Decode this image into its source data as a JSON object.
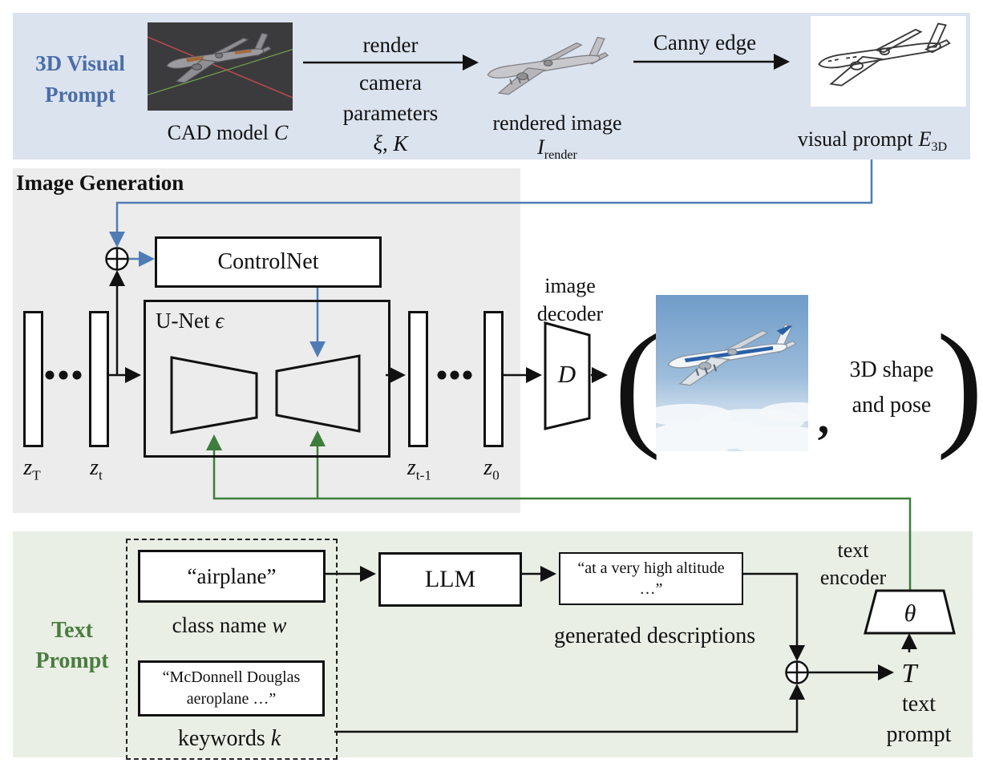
{
  "colors": {
    "panel_blue": "#dbe3ef",
    "panel_gray": "#ececec",
    "panel_green": "#e9efe5",
    "blue_text": "#4a6da7",
    "blue_line": "#4f7cb5",
    "green_text": "#4a7c3f",
    "green_line": "#3e7d3c"
  },
  "top": {
    "section_label": [
      "3D Visual",
      "Prompt"
    ],
    "cad_caption": {
      "text": "CAD model",
      "symbol": "C"
    },
    "render_arrow": {
      "above": "render",
      "below1": "camera",
      "below2": "parameters",
      "below3": "ξ, K"
    },
    "rendered_caption": {
      "text": "rendered image",
      "symbol": "I",
      "sub": "render"
    },
    "canny_arrow": {
      "above": "Canny edge"
    },
    "visual_prompt_caption": {
      "text": "visual prompt",
      "symbol": "E",
      "sub": "3D"
    }
  },
  "image_gen": {
    "heading": "Image Generation",
    "controlnet": "ControlNet",
    "unet": {
      "text": "U-Net",
      "symbol": "ϵ"
    },
    "latents": [
      {
        "base": "z",
        "sub": "T"
      },
      {
        "base": "z",
        "sub": "t"
      },
      {
        "base": "z",
        "sub": "t-1"
      },
      {
        "base": "z",
        "sub": "0"
      }
    ],
    "decoder_label": [
      "image",
      "decoder"
    ],
    "decoder_symbol": "D",
    "paren_open": "(",
    "comma": ",",
    "output_label": [
      "3D shape",
      "and pose"
    ],
    "paren_close": ")"
  },
  "text_prompt": {
    "section_label": [
      "Text",
      "Prompt"
    ],
    "class_box": "“airplane”",
    "class_caption": {
      "text": "class name",
      "symbol": "w"
    },
    "keywords_box": [
      "“McDonnell Douglas",
      "aeroplane …”"
    ],
    "keywords_caption": {
      "text": "keywords",
      "symbol": "k"
    },
    "llm": "LLM",
    "desc_box": [
      "“at a very high altitude",
      "…”"
    ],
    "desc_caption": "generated descriptions",
    "encoder_label": [
      "text",
      "encoder"
    ],
    "encoder_symbol": "θ",
    "t_symbol": "T",
    "t_caption": [
      "text",
      "prompt"
    ]
  }
}
